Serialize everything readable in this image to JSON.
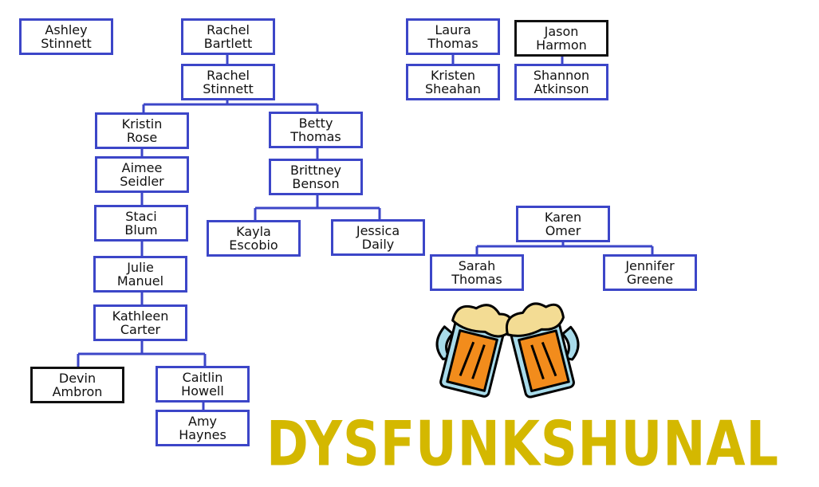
{
  "people": [
    {
      "id": "ashley-stinnett",
      "first": "Ashley",
      "last": "Stinnett"
    },
    {
      "id": "rachel-bartlett",
      "first": "Rachel",
      "last": "Bartlett"
    },
    {
      "id": "rachel-stinnett",
      "first": "Rachel",
      "last": "Stinnett"
    },
    {
      "id": "laura-thomas",
      "first": "Laura",
      "last": "Thomas"
    },
    {
      "id": "jason-harmon",
      "first": "Jason",
      "last": "Harmon"
    },
    {
      "id": "kristen-sheahan",
      "first": "Kristen",
      "last": "Sheahan"
    },
    {
      "id": "shannon-atkinson",
      "first": "Shannon",
      "last": "Atkinson"
    },
    {
      "id": "kristin-rose",
      "first": "Kristin",
      "last": "Rose"
    },
    {
      "id": "betty-thomas",
      "first": "Betty",
      "last": "Thomas"
    },
    {
      "id": "aimee-seidler",
      "first": "Aimee",
      "last": "Seidler"
    },
    {
      "id": "brittney-benson",
      "first": "Brittney",
      "last": "Benson"
    },
    {
      "id": "staci-blum",
      "first": "Staci",
      "last": "Blum"
    },
    {
      "id": "kayla-escobio",
      "first": "Kayla",
      "last": "Escobio"
    },
    {
      "id": "jessica-daily",
      "first": "Jessica",
      "last": "Daily"
    },
    {
      "id": "karen-omer",
      "first": "Karen",
      "last": "Omer"
    },
    {
      "id": "julie-manuel",
      "first": "Julie",
      "last": "Manuel"
    },
    {
      "id": "sarah-thomas",
      "first": "Sarah",
      "last": "Thomas"
    },
    {
      "id": "jennifer-greene",
      "first": "Jennifer",
      "last": "Greene"
    },
    {
      "id": "kathleen-carter",
      "first": "Kathleen",
      "last": "Carter"
    },
    {
      "id": "devin-ambron",
      "first": "Devin",
      "last": "Ambron"
    },
    {
      "id": "caitlin-howell",
      "first": "Caitlin",
      "last": "Howell"
    },
    {
      "id": "amy-haynes",
      "first": "Amy",
      "last": "Haynes"
    }
  ],
  "logo_text": "DYSFUNKSHUNAL",
  "colors": {
    "box_border": "#3c46c8",
    "highlight_border": "#111111",
    "logo": "#d4b800"
  }
}
